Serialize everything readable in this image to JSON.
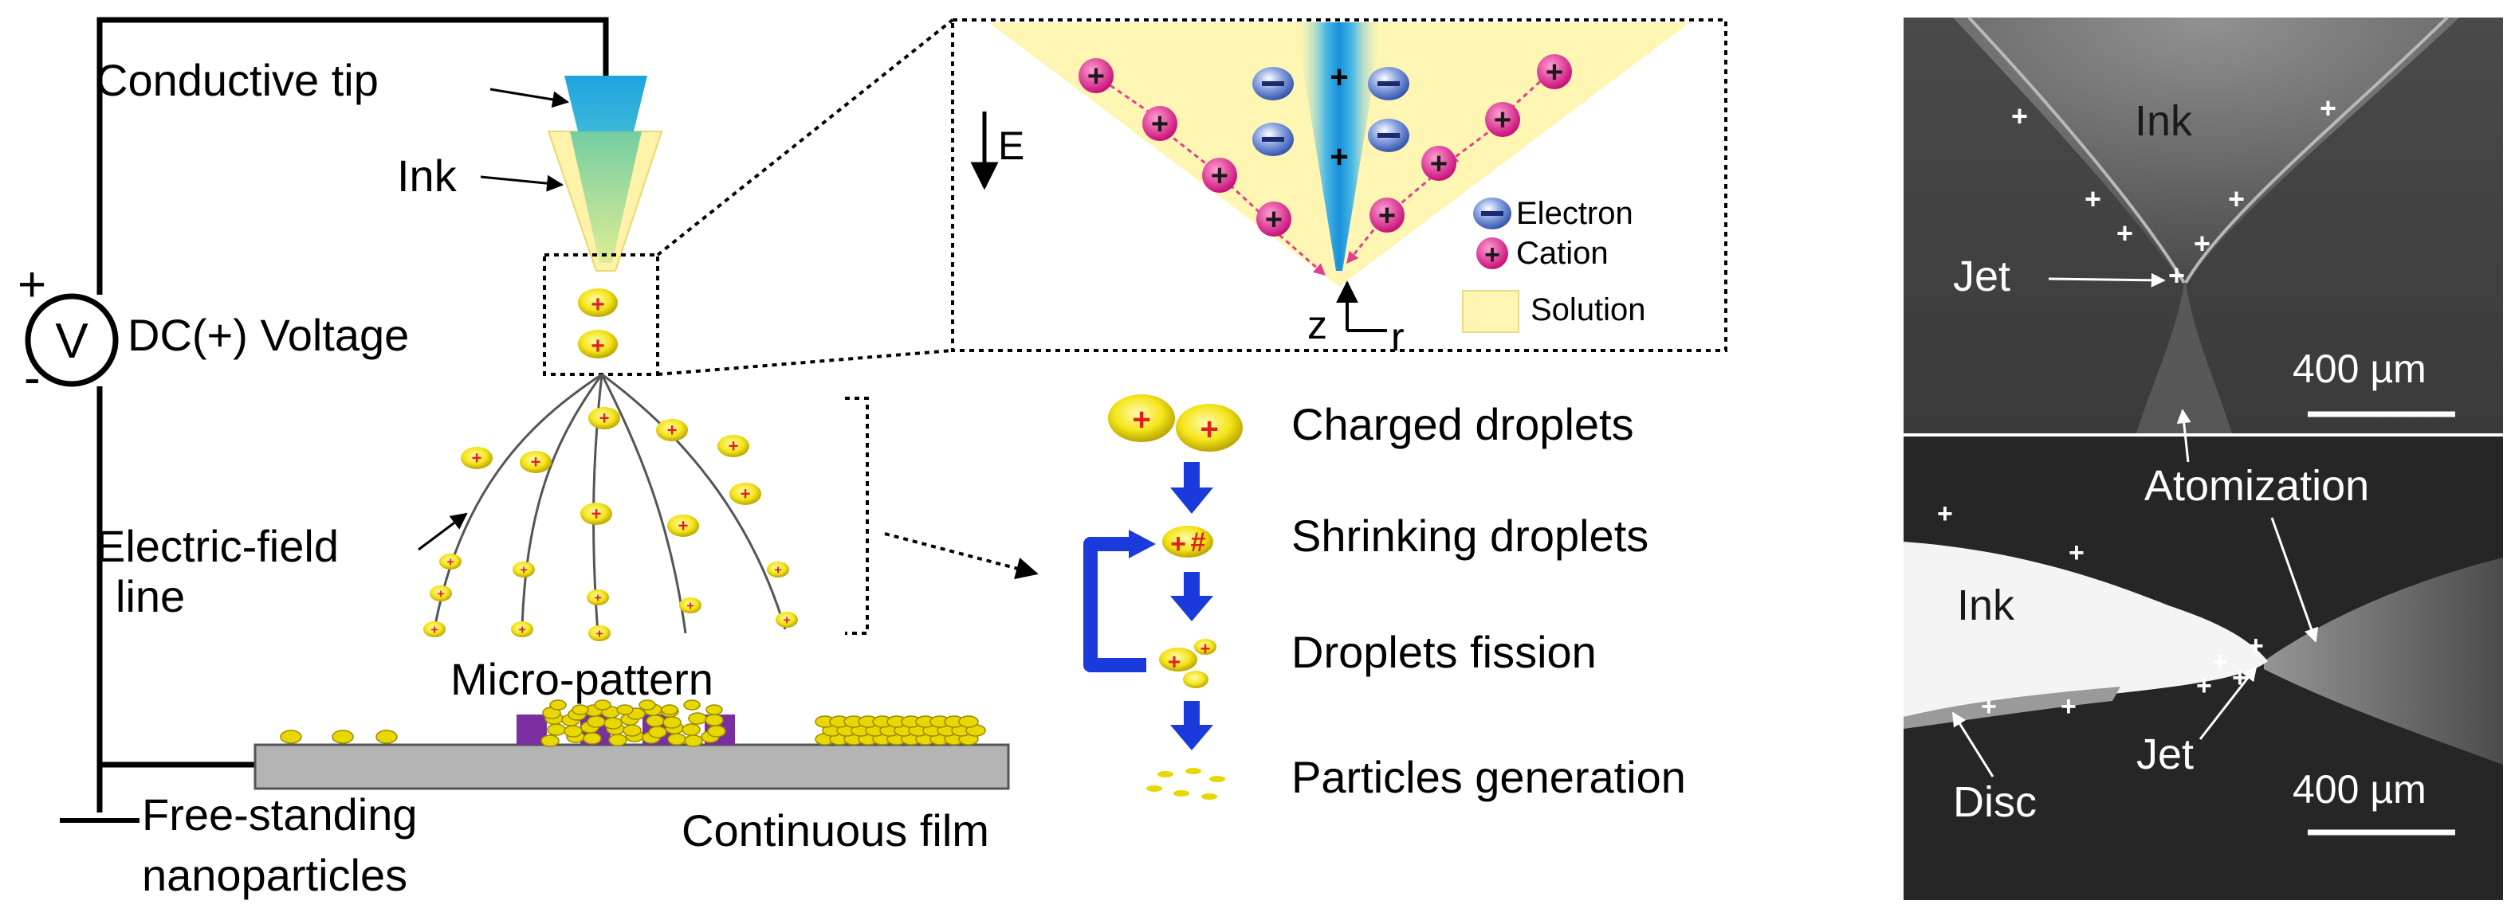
{
  "circuit": {
    "conductive_tip": "Conductive tip",
    "ink": "Ink",
    "voltage_symbol": "V",
    "plus": "+",
    "minus": "-",
    "voltage_label": "DC(+) Voltage",
    "field_line_label_1": "Electric-field",
    "field_line_label_2": "line",
    "micro_pattern": "Micro-pattern",
    "free_standing_1": "Free-standing",
    "free_standing_2": "nanoparticles",
    "continuous_film": "Continuous film"
  },
  "inset": {
    "e_label": "E",
    "z_label": "z",
    "r_label": "r",
    "legend": {
      "electron": "Electron",
      "cation": "Cation",
      "solution": "Solution"
    }
  },
  "process": {
    "steps": [
      "Charged droplets",
      "Shrinking droplets",
      "Droplets fission",
      "Particles generation"
    ]
  },
  "photos": {
    "top": {
      "ink": "Ink",
      "jet": "Jet",
      "scale": "400 µm"
    },
    "bottom": {
      "atomization": "Atomization",
      "ink": "Ink",
      "jet": "Jet",
      "disc": "Disc",
      "scale": "400 µm"
    }
  },
  "colors": {
    "cone": "#fff3a8",
    "tip": "#2aa8d8",
    "droplet": "#f5e51a",
    "cation": "#e0208a",
    "electron": "#3a5fb8",
    "arrow_blue": "#1a3adc",
    "pattern_purple": "#7a2ea0",
    "substrate": "#b4b4b4"
  }
}
